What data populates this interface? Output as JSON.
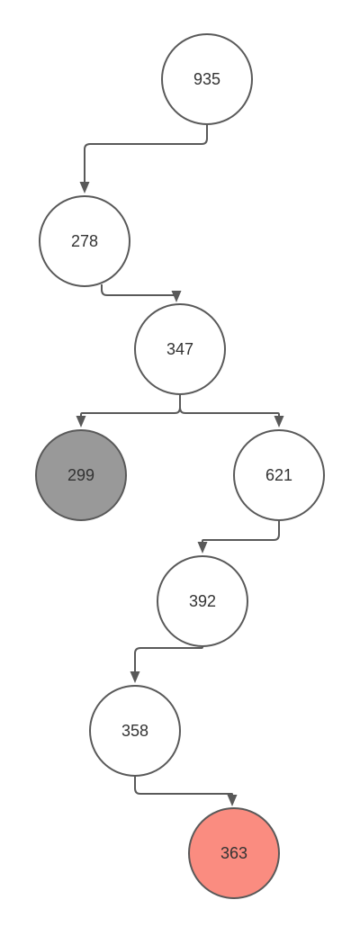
{
  "diagram": {
    "type": "binary-search-tree",
    "colors": {
      "node_default": "#ffffff",
      "node_gray": "#999999",
      "node_highlight": "#fa8c80",
      "stroke": "#595959",
      "text": "#333333"
    },
    "nodes": [
      {
        "id": "n935",
        "label": "935",
        "fill": "node_default"
      },
      {
        "id": "n278",
        "label": "278",
        "fill": "node_default"
      },
      {
        "id": "n347",
        "label": "347",
        "fill": "node_default"
      },
      {
        "id": "n299",
        "label": "299",
        "fill": "node_gray"
      },
      {
        "id": "n621",
        "label": "621",
        "fill": "node_default"
      },
      {
        "id": "n392",
        "label": "392",
        "fill": "node_default"
      },
      {
        "id": "n358",
        "label": "358",
        "fill": "node_default"
      },
      {
        "id": "n363",
        "label": "363",
        "fill": "node_highlight"
      }
    ],
    "edges": [
      {
        "from": "n935",
        "to": "n278"
      },
      {
        "from": "n278",
        "to": "n347"
      },
      {
        "from": "n347",
        "to": "n299"
      },
      {
        "from": "n347",
        "to": "n621"
      },
      {
        "from": "n621",
        "to": "n392"
      },
      {
        "from": "n392",
        "to": "n358"
      },
      {
        "from": "n358",
        "to": "n363"
      }
    ]
  }
}
